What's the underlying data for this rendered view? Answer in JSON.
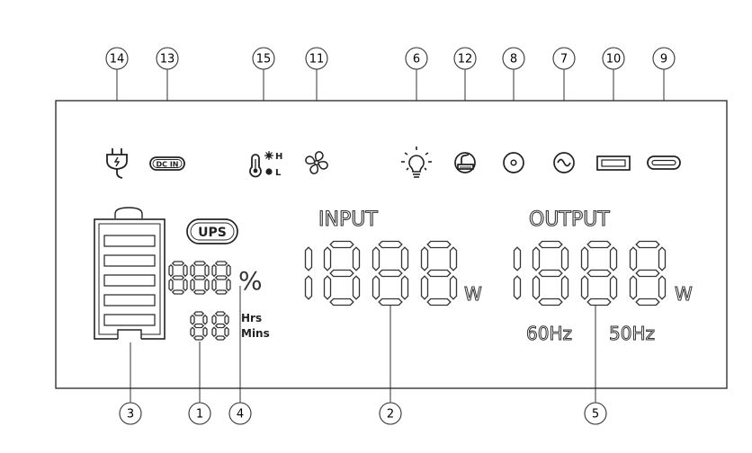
{
  "callouts": [
    {
      "id": "c14",
      "label": "14",
      "ref": "power-plug"
    },
    {
      "id": "c13",
      "label": "13",
      "ref": "dc-in"
    },
    {
      "id": "c15",
      "label": "15",
      "ref": "temperature"
    },
    {
      "id": "c11",
      "label": "11",
      "ref": "fan"
    },
    {
      "id": "c6",
      "label": "6",
      "ref": "light"
    },
    {
      "id": "c12",
      "label": "12",
      "ref": "car-charger"
    },
    {
      "id": "c8",
      "label": "8",
      "ref": "dc-outlet"
    },
    {
      "id": "c7",
      "label": "7",
      "ref": "ac-outlet"
    },
    {
      "id": "c10",
      "label": "10",
      "ref": "usb-a"
    },
    {
      "id": "c9",
      "label": "9",
      "ref": "usb-c"
    },
    {
      "id": "c3",
      "label": "3",
      "ref": "battery"
    },
    {
      "id": "c1",
      "label": "1",
      "ref": "time-digits"
    },
    {
      "id": "c4",
      "label": "4",
      "ref": "hrs-mins"
    },
    {
      "id": "c2",
      "label": "2",
      "ref": "input-watts"
    },
    {
      "id": "c5",
      "label": "5",
      "ref": "output-watts"
    }
  ],
  "display": {
    "ups_badge": "UPS",
    "dc_in_label": "DC IN",
    "temp_high": "H",
    "temp_low": "L",
    "input_title": "INPUT",
    "output_title": "OUTPUT",
    "percent_sign": "%",
    "hrs_label": "Hrs",
    "mins_label": "Mins",
    "input_unit": "W",
    "output_unit": "W",
    "freq_60": "60Hz",
    "freq_50": "50Hz"
  },
  "battery": {
    "bars": 5
  }
}
